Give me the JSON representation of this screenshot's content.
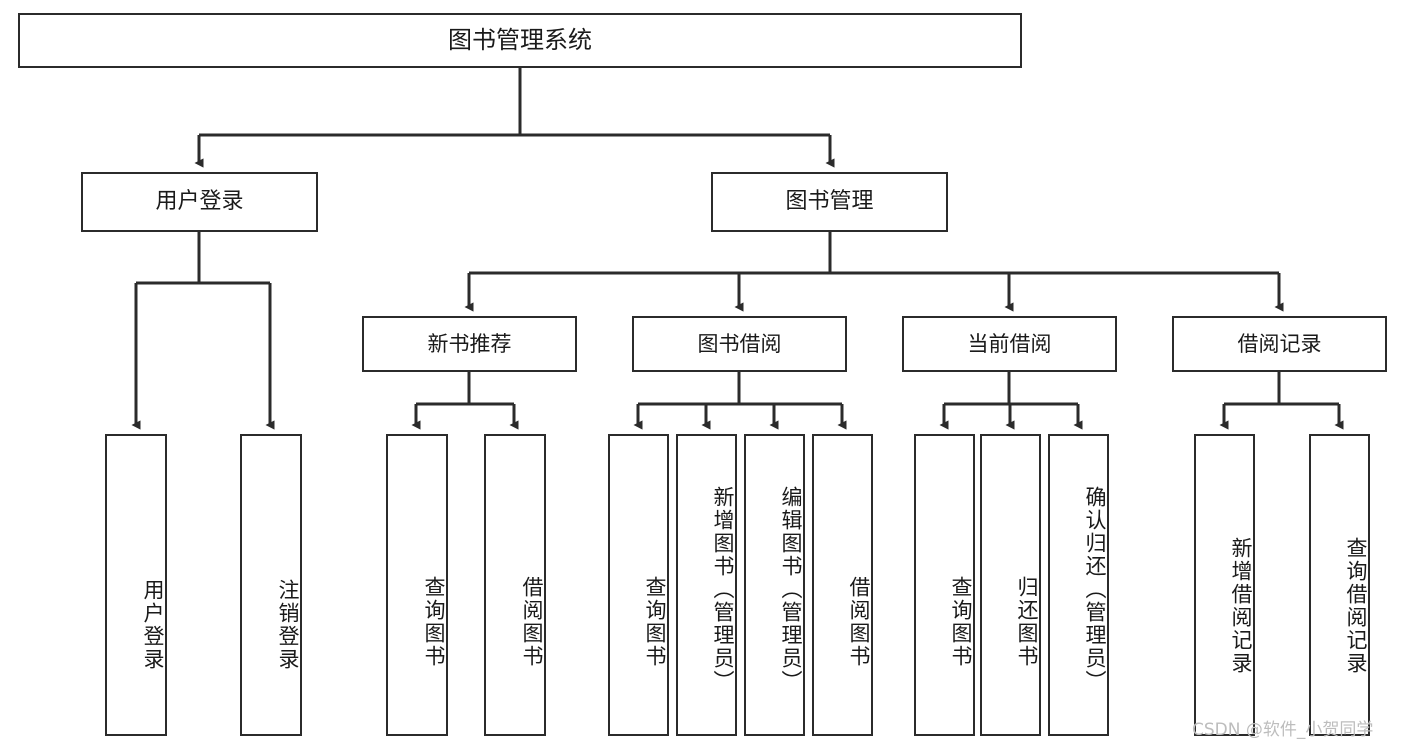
{
  "diagram": {
    "title": "图书管理系统",
    "type": "tree-hierarchy-chart",
    "line_color": "#2b2b2b",
    "box_fill": "#ffffff",
    "text_color": "#1a1a1a"
  },
  "nodes": {
    "root": {
      "label": "图书管理系统"
    },
    "level1": [
      {
        "id": "user-login",
        "label": "用户登录"
      },
      {
        "id": "book-manage",
        "label": "图书管理"
      }
    ],
    "level2": [
      {
        "id": "new-book-recommend",
        "label": "新书推荐"
      },
      {
        "id": "book-borrow",
        "label": "图书借阅"
      },
      {
        "id": "current-borrow",
        "label": "当前借阅"
      },
      {
        "id": "borrow-record",
        "label": "借阅记录"
      }
    ],
    "leaves": {
      "user_login": [
        {
          "id": "leaf-user-login",
          "label": "用户登录"
        },
        {
          "id": "leaf-logout-login",
          "label": "注销登录"
        }
      ],
      "new_book_recommend": [
        {
          "id": "leaf-query-book-1",
          "label": "查询图书"
        },
        {
          "id": "leaf-borrow-book-1",
          "label": "借阅图书"
        }
      ],
      "book_borrow": [
        {
          "id": "leaf-query-book-2",
          "label": "查询图书"
        },
        {
          "id": "leaf-add-book",
          "label": "新增图书（管理员）"
        },
        {
          "id": "leaf-edit-book",
          "label": "编辑图书（管理员）"
        },
        {
          "id": "leaf-borrow-book-2",
          "label": "借阅图书"
        }
      ],
      "current_borrow": [
        {
          "id": "leaf-query-book-3",
          "label": "查询图书"
        },
        {
          "id": "leaf-return-book",
          "label": "归还图书"
        },
        {
          "id": "leaf-confirm-return",
          "label": "确认归还（管理员）"
        }
      ],
      "borrow_record": [
        {
          "id": "leaf-add-record",
          "label": "新增借阅记录"
        },
        {
          "id": "leaf-query-record",
          "label": "查询借阅记录"
        }
      ]
    }
  },
  "watermark": {
    "text": "CSDN @软件_小贺同学"
  }
}
